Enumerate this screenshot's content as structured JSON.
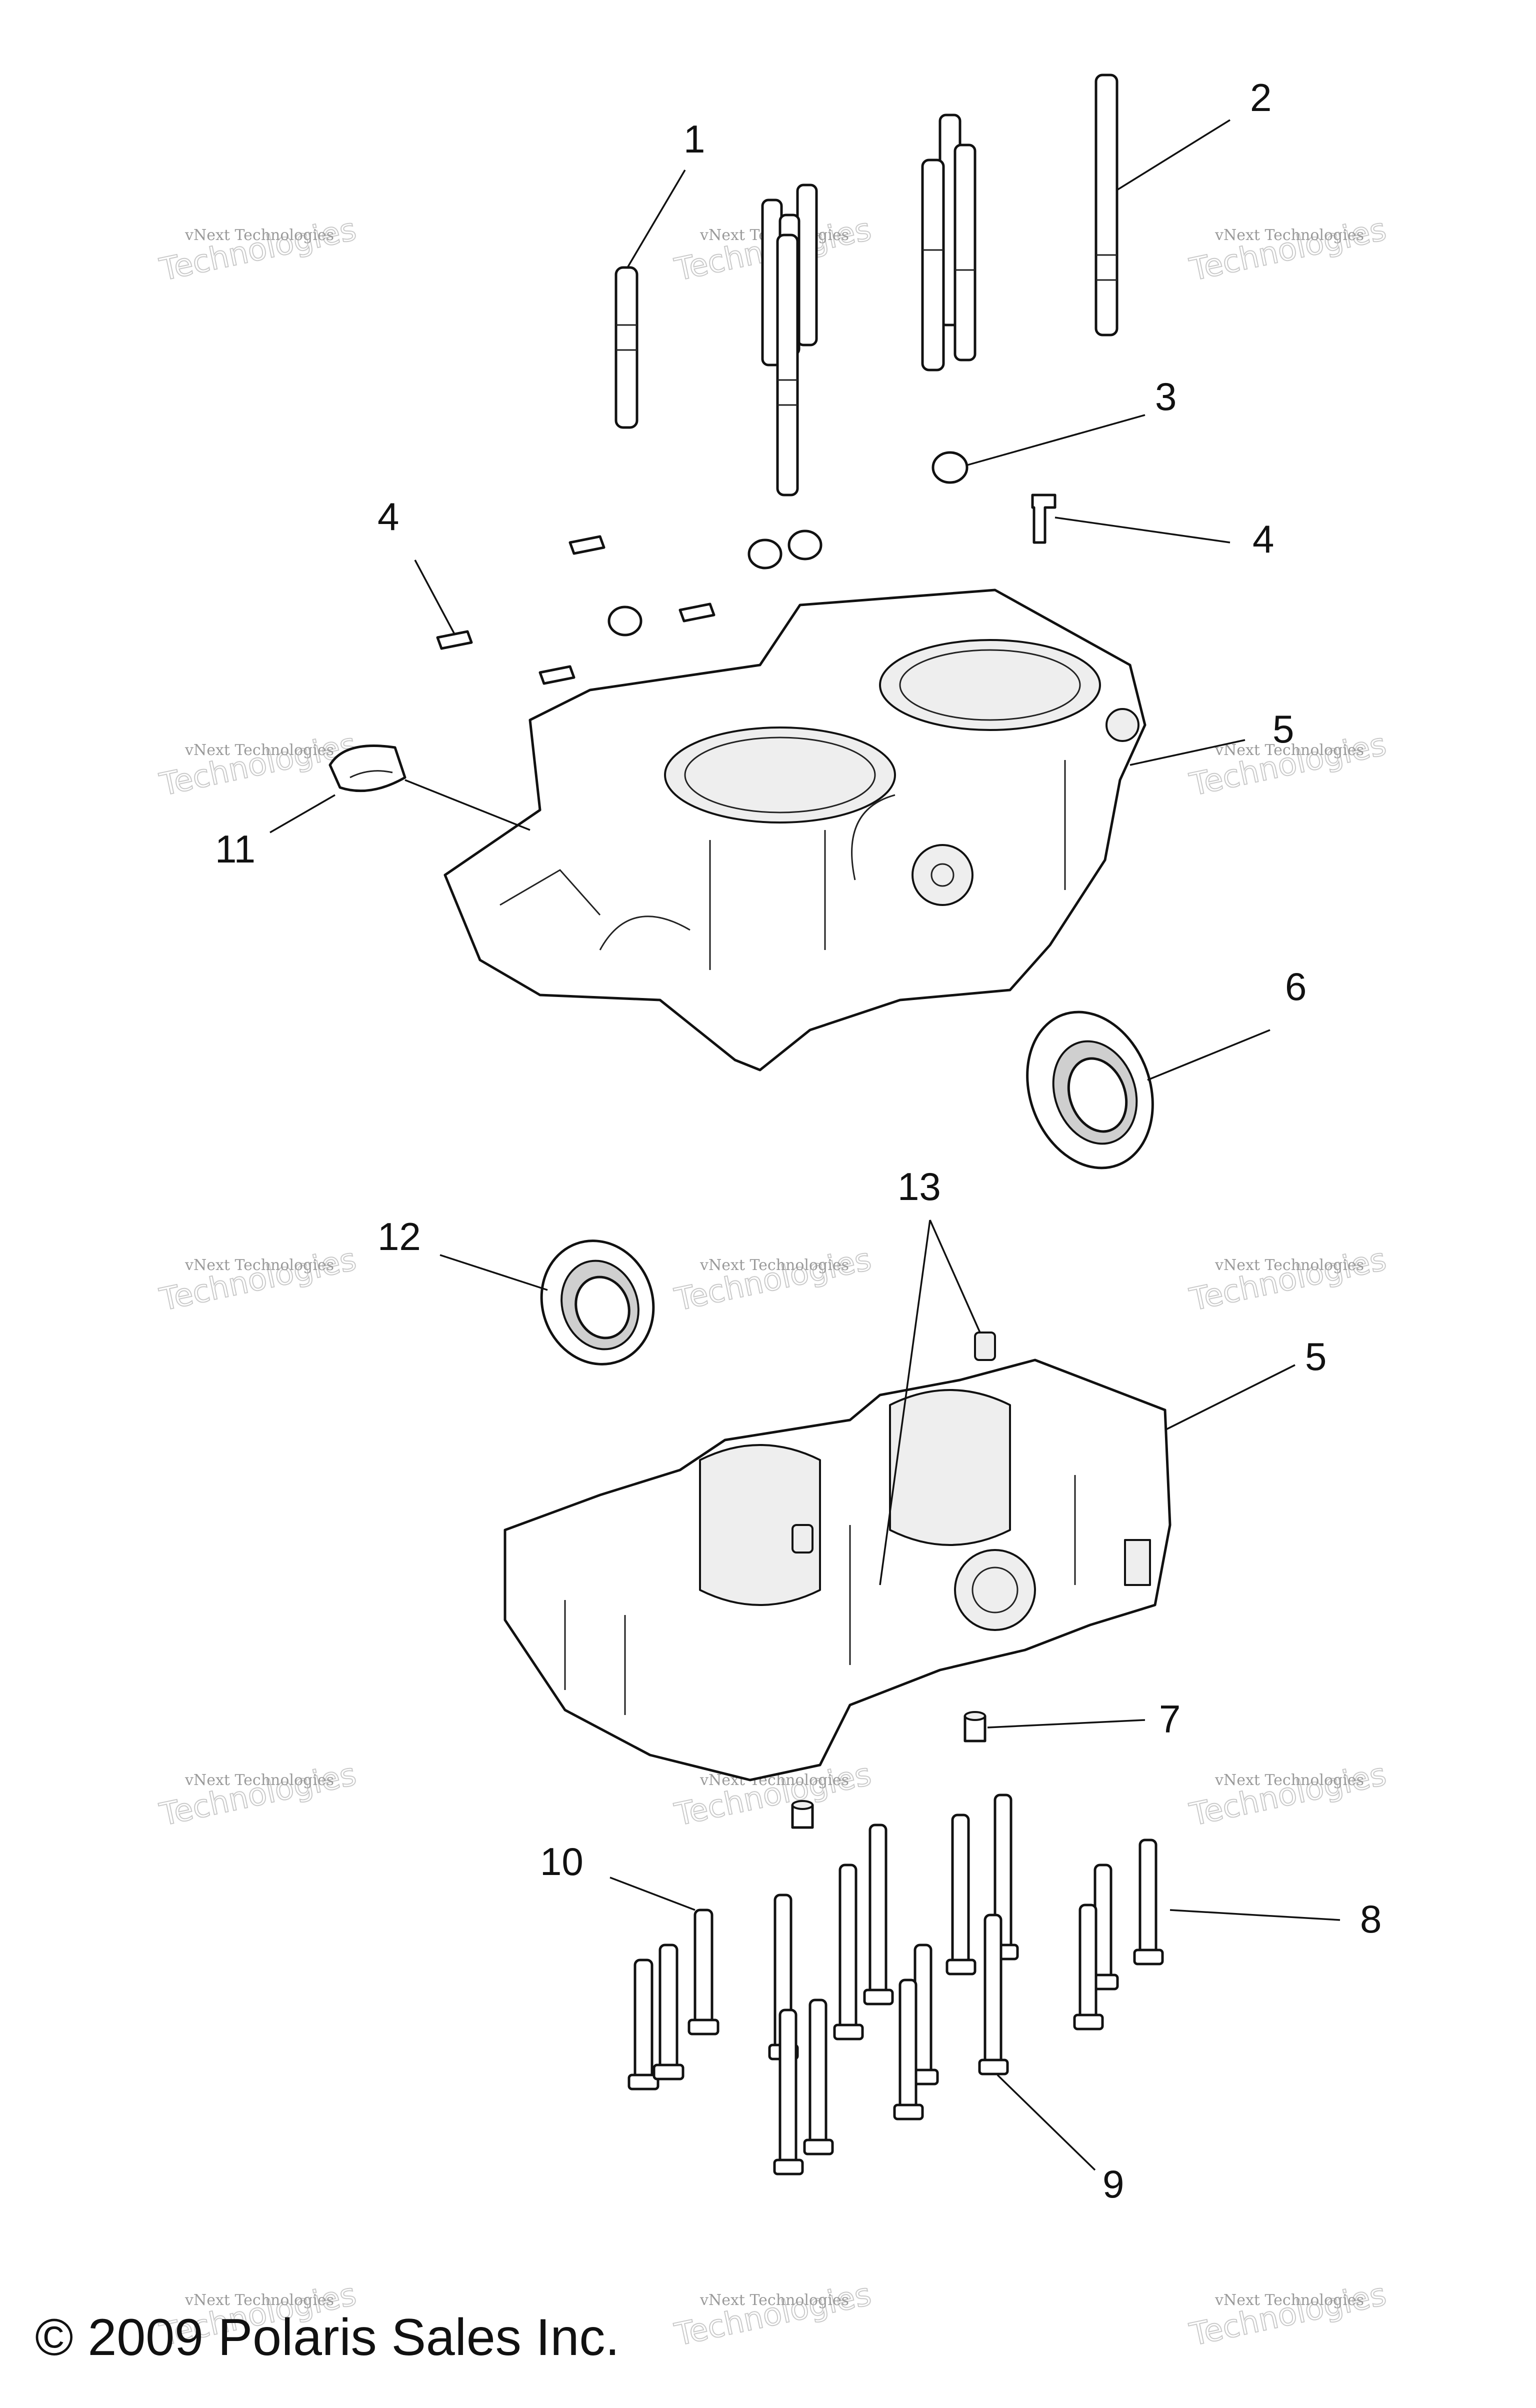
{
  "watermark": {
    "line1": "vNext Technologies",
    "line2": "Technologies",
    "accent": "#9a9a9a"
  },
  "callouts": {
    "c1": "1",
    "c2": "2",
    "c3": "3",
    "c4a": "4",
    "c4b": "4",
    "c5a": "5",
    "c5b": "5",
    "c6": "6",
    "c7": "7",
    "c8": "8",
    "c9": "9",
    "c10": "10",
    "c11": "11",
    "c12": "12",
    "c13": "13"
  },
  "copyright": "© 2009 Polaris Sales Inc."
}
